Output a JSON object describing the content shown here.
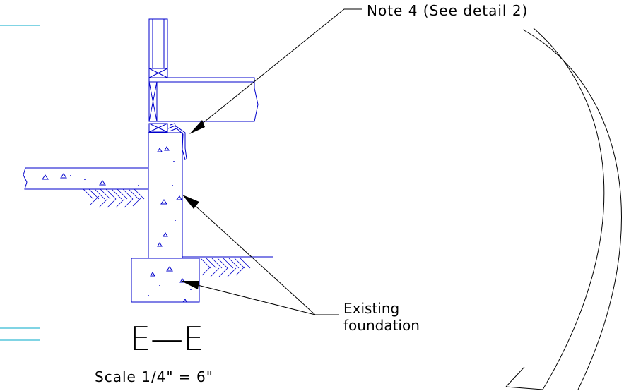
{
  "labels": {
    "note": "Note 4 (See detail 2)",
    "existing_line1": "Existing",
    "existing_line2": "foundation",
    "section_mark": "E—E",
    "scale": "Scale 1/4\" = 6\""
  },
  "colors": {
    "linework": "#000000",
    "structure": "#0000cc",
    "reference_lines": "#00a8c8",
    "background": "#ffffff"
  }
}
